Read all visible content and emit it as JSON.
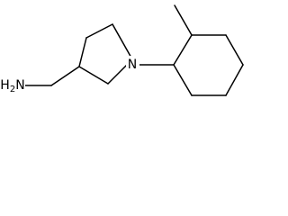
{
  "molecule": {
    "atoms": {
      "amine": {
        "label": "H2N",
        "main": "H",
        "subscript": "2",
        "tail": "N"
      },
      "ring_nitrogen": {
        "label": "N"
      }
    }
  }
}
